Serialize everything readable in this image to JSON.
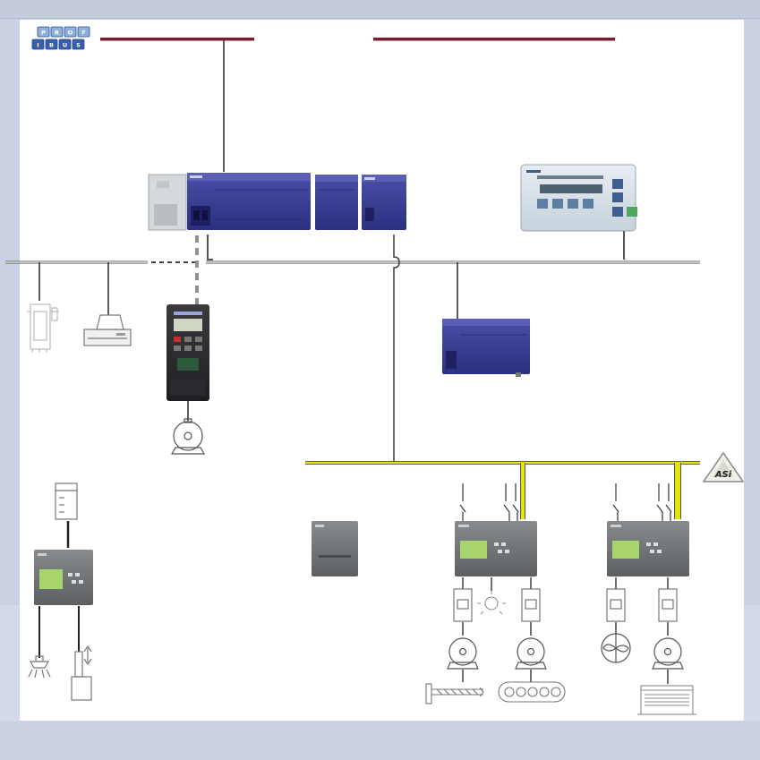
{
  "logos": {
    "profibus_letters": [
      "P",
      "R",
      "O",
      "F",
      "I",
      "B",
      "U",
      "S"
    ],
    "asi_text": "ASi"
  },
  "colors": {
    "frame": "#c9d1e2",
    "panel": "#ffffff",
    "profibus_line": "#7a1d2f",
    "asi_line": "#e4e40a",
    "device_blue": "#3b3f95",
    "device_blue_dark": "#2a2d78",
    "logo_grey": "#6e7174",
    "lcd_green": "#a8d56c",
    "line_grey": "#555555",
    "text_panel": "#d7e0ea"
  },
  "devices": [
    {
      "id": "plc-main-cpu",
      "icon": "plc-cpu-icon"
    },
    {
      "id": "plc-expansion-module",
      "icon": "plc-module-icon"
    },
    {
      "id": "plc-comm-module",
      "icon": "plc-module-icon"
    },
    {
      "id": "text-display-panel",
      "icon": "text-display-icon"
    },
    {
      "id": "frequency-inverter",
      "icon": "inverter-icon"
    },
    {
      "id": "remote-plc",
      "icon": "plc-cpu-icon"
    },
    {
      "id": "logo-module-left",
      "icon": "logo-module-icon"
    },
    {
      "id": "logo-module-center-blank",
      "icon": "logo-module-icon"
    },
    {
      "id": "logo-module-asi-1",
      "icon": "logo-module-icon"
    },
    {
      "id": "logo-module-asi-2",
      "icon": "logo-module-icon"
    }
  ]
}
